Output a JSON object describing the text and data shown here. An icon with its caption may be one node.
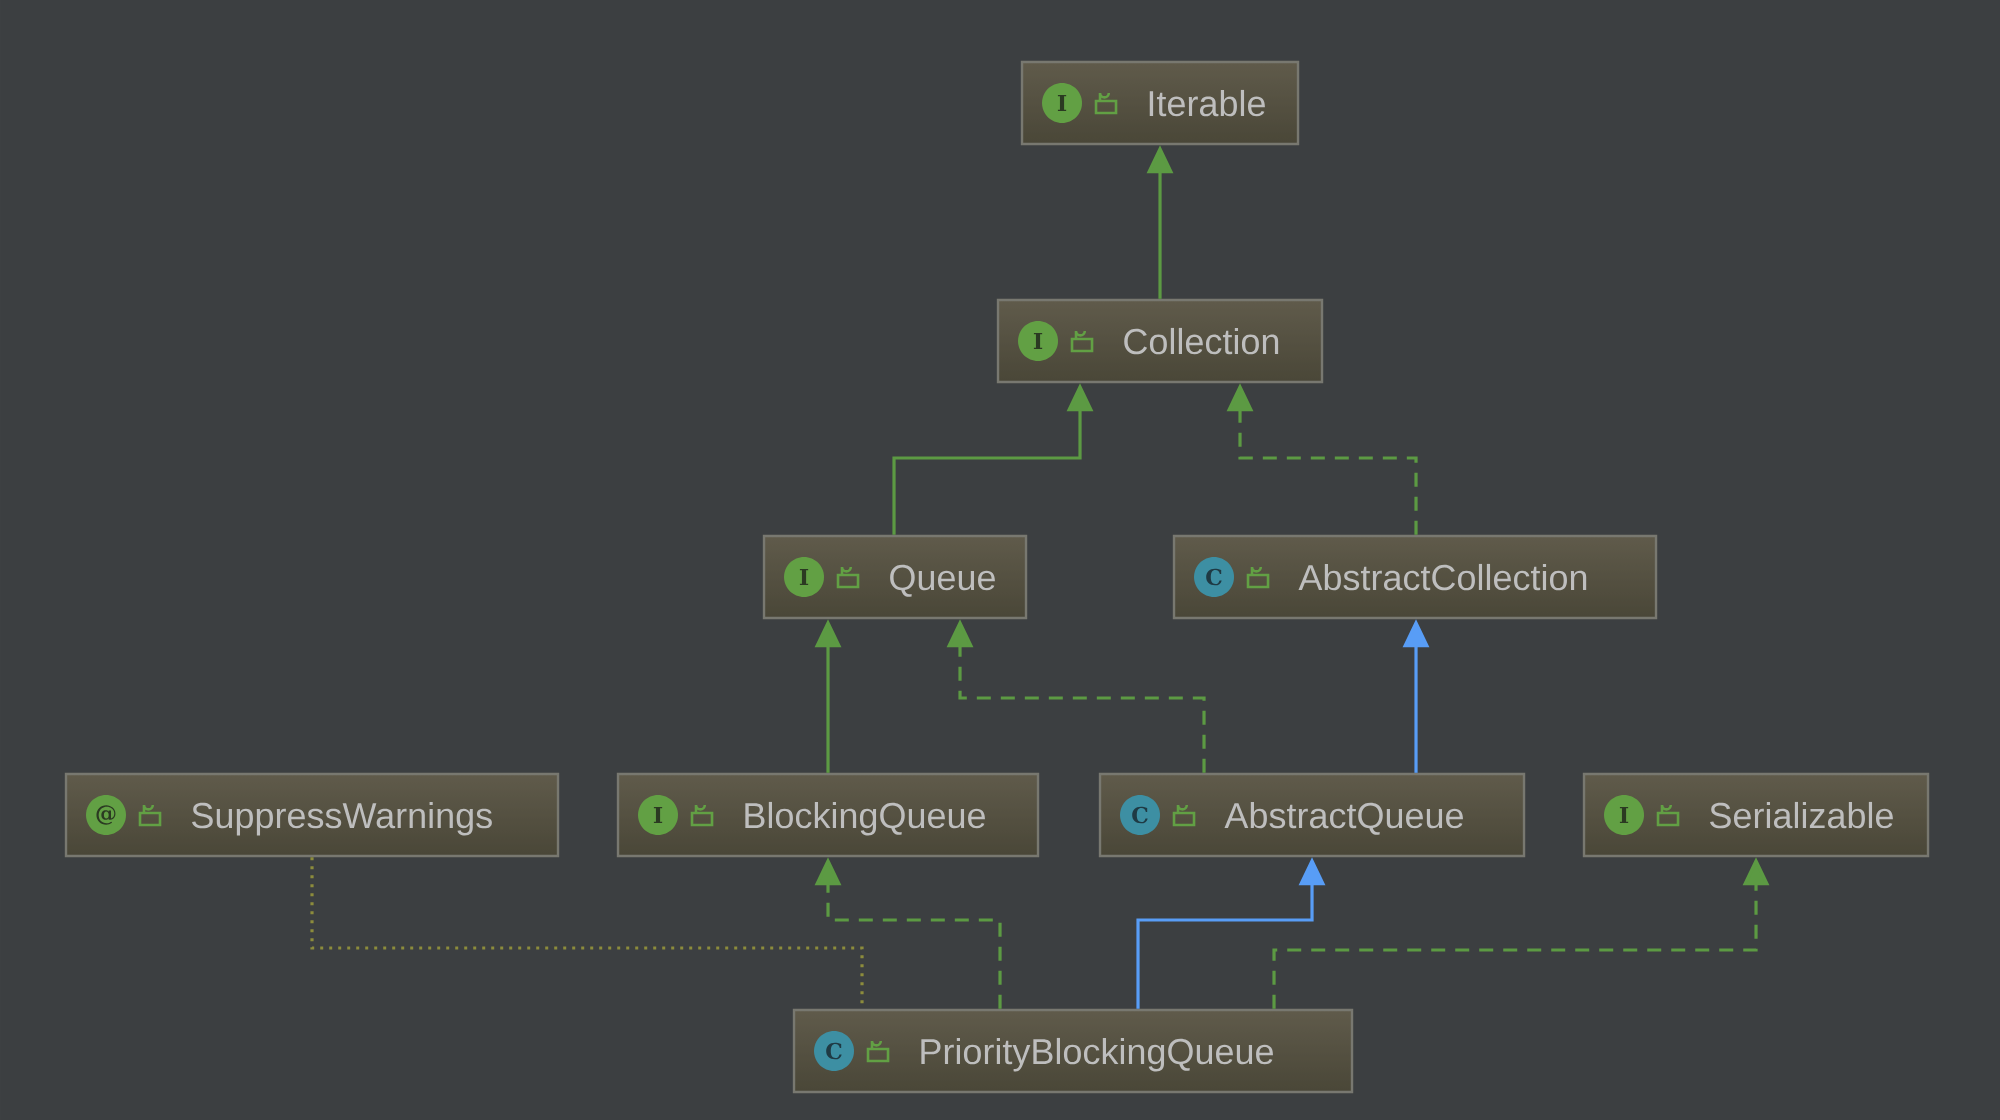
{
  "diagram": {
    "nodes": [
      {
        "text": [
          "I",
          "Iterable"
        ]
      },
      {
        "text": [
          "I",
          "Collection"
        ]
      },
      {
        "text": [
          "I",
          "Queue"
        ]
      },
      {
        "text": [
          "C",
          "AbstractCollection"
        ]
      },
      {
        "text": [
          "@",
          "SuppressWarnings"
        ]
      },
      {
        "text": [
          "I",
          "BlockingQueue"
        ]
      },
      {
        "text": [
          "C",
          "AbstractQueue"
        ]
      },
      {
        "text": [
          "I",
          "Serializable"
        ]
      },
      {
        "text": [
          "C",
          "PriorityBlockingQueue"
        ]
      }
    ],
    "edges": [
      {
        "from": 1,
        "to": 0,
        "arrow": "to"
      },
      {
        "from": 2,
        "to": 1,
        "arrow": "to"
      },
      {
        "from": 3,
        "to": 1,
        "arrow": "to",
        "style": "dashed"
      },
      {
        "from": 5,
        "to": 2,
        "arrow": "to"
      },
      {
        "from": 6,
        "to": 2,
        "arrow": "to",
        "style": "dashed"
      },
      {
        "from": 6,
        "to": 3,
        "arrow": "to",
        "color": "#589df6"
      },
      {
        "from": 8,
        "to": 5,
        "arrow": "to",
        "style": "dashed"
      },
      {
        "from": 8,
        "to": 6,
        "arrow": "to",
        "color": "#589df6"
      },
      {
        "from": 8,
        "to": 7,
        "arrow": "to",
        "style": "dashed"
      },
      {
        "from": 4,
        "to": 8,
        "arrow": "none",
        "style": "dashed",
        "color": "#8c8c3c"
      }
    ]
  }
}
